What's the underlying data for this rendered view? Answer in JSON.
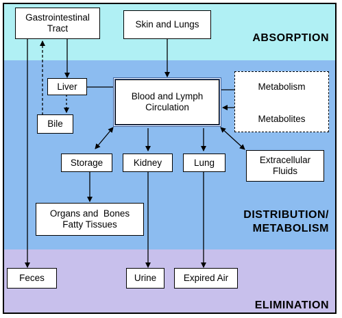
{
  "zones": {
    "absorption": "ABSORPTION",
    "distribution_line1": "DISTRIBUTION/",
    "distribution_line2": "METABOLISM",
    "elimination": "ELIMINATION"
  },
  "nodes": {
    "gi_tract_line1": "Gastrointestinal",
    "gi_tract_line2": "Tract",
    "skin_lungs": "Skin and Lungs",
    "liver": "Liver",
    "bile": "Bile",
    "blood_line1": "Blood and Lymph",
    "blood_line2": "Circulation",
    "metabolism": "Metabolism",
    "metabolites": "Metabolites",
    "storage": "Storage",
    "kidney": "Kidney",
    "lung": "Lung",
    "extracellular_line1": "Extracellular",
    "extracellular_line2": "Fluids",
    "organs_line1": "Organs and  Bones",
    "organs_line2": "Fatty Tissues",
    "feces": "Feces",
    "urine": "Urine",
    "expired_air": "Expired Air"
  },
  "colors": {
    "absorption_band": "#b0f0f4",
    "distribution_band": "#8cbcf0",
    "elimination_band": "#c8c0ec",
    "main_box_border": "#3a5d9a"
  }
}
